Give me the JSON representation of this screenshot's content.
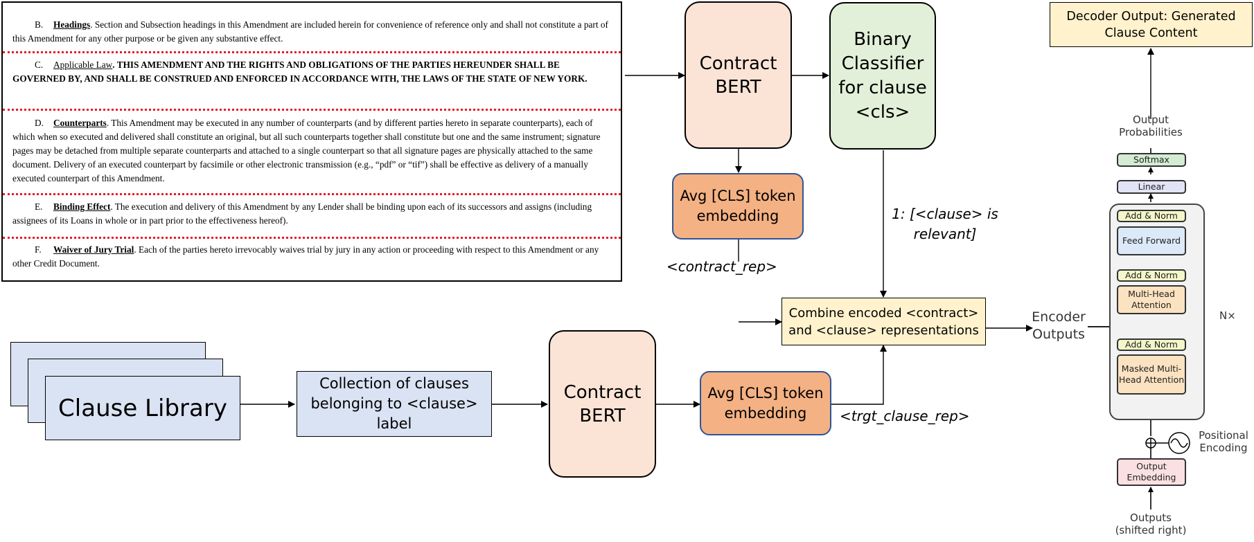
{
  "document": {
    "b": {
      "label": "B.",
      "heading": "Headings",
      "text": ". Section and Subsection headings in this Amendment are included herein for convenience of reference only and shall not constitute a part of this Amendment for any other purpose or be given any substantive effect."
    },
    "c": {
      "label": "C.",
      "heading": "Applicable Law",
      "text": ". THIS AMENDMENT AND THE RIGHTS AND OBLIGATIONS OF THE PARTIES HEREUNDER SHALL BE GOVERNED BY, AND SHALL BE CONSTRUED AND ENFORCED IN ACCORDANCE WITH, THE LAWS OF THE STATE OF NEW YORK."
    },
    "d": {
      "label": "D.",
      "heading": "Counterparts",
      "text": ". This Amendment may be executed in any number of counterparts (and by different parties hereto in separate counterparts), each of which when so executed and delivered shall constitute an original, but all such counterparts together shall constitute but one and the same instrument; signature pages may be detached from multiple separate counterparts and attached to a single counterpart so that all signature pages are physically attached to the same document. Delivery of an executed counterpart by facsimile or other electronic transmission (e.g., “pdf” or “tif”) shall be effective as delivery of a manually executed counterpart of this Amendment."
    },
    "e": {
      "label": "E.",
      "heading": "Binding Effect",
      "text": ". The execution and delivery of this Amendment by any Lender shall be binding upon each of its successors and assigns (including assignees of its Loans in whole or in part prior to the effectiveness hereof)."
    },
    "f": {
      "label": "F.",
      "heading": "Waiver of Jury Trial",
      "text": ". Each of the parties hereto irrevocably waives trial by jury in any action or proceeding with respect to this Amendment or any other Credit Document."
    }
  },
  "blocks": {
    "contract_bert_top": "Contract BERT",
    "binary_classifier": "Binary Classifier for clause <cls>",
    "avg_cls_top": "Avg [CLS] token embedding",
    "contract_rep": "<contract_rep>",
    "relevant": "1: [<clause> is relevant]",
    "combine": "Combine encoded <contract> and <clause> representations",
    "clause_library": "Clause Library",
    "collection": "Collection of clauses belonging to <clause> label",
    "contract_bert_bottom": "Contract BERT",
    "avg_cls_bottom": "Avg [CLS] token embedding",
    "trgt_clause_rep": "<trgt_clause_rep>",
    "encoder_outputs": "Encoder Outputs",
    "decoder_output": "Decoder Output: Generated Clause Content"
  },
  "transformer": {
    "output_probabilities": "Output Probabilities",
    "softmax": "Softmax",
    "linear": "Linear",
    "add_norm_1": "Add & Norm",
    "feed_forward": "Feed Forward",
    "add_norm_2": "Add & Norm",
    "multi_head_attention": "Multi-Head Attention",
    "add_norm_3": "Add & Norm",
    "masked_attention": "Masked Multi-Head Attention",
    "nx": "N×",
    "positional_encoding": "Positional Encoding",
    "output_embedding": "Output Embedding",
    "outputs": "Outputs (shifted right)"
  },
  "colors": {
    "peach": "#fbe4d6",
    "green": "#e2f0d9",
    "orange": "#f4b183",
    "yellow": "#fff2cc",
    "blue": "#dae3f3",
    "separator_red": "#e51c23",
    "border_blue": "#2f5597"
  }
}
